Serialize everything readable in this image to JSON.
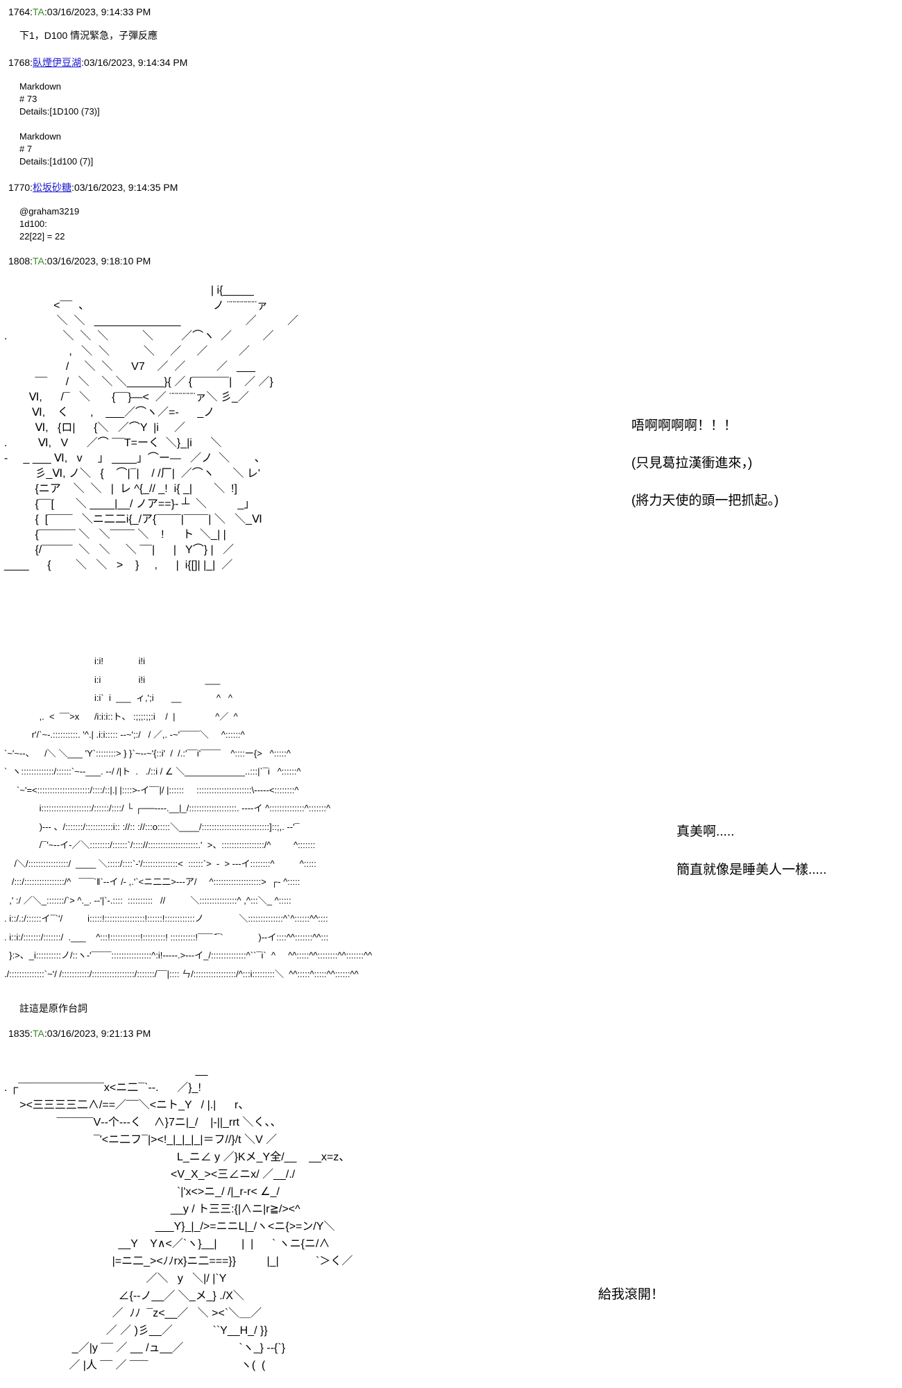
{
  "posts": [
    {
      "num": "1764",
      "author": "TA",
      "date": "03/16/2023, 9:14:33 PM",
      "lines": [
        "下1，D100 情況緊急，子彈反應"
      ]
    },
    {
      "num": "1768",
      "author": "臥煙伊豆湖",
      "date": "03/16/2023, 9:14:34 PM",
      "lines": [
        "Markdown",
        "# 73",
        "Details:[1D100 (73)]",
        "",
        "Markdown",
        "# 7",
        "Details:[1d100 (7)]"
      ]
    },
    {
      "num": "1770",
      "author": "松坂砂糖",
      "date": "03/16/2023, 9:14:35 PM",
      "lines": [
        "@graham3219",
        "1d100:",
        "22[22] = 22"
      ]
    },
    {
      "num": "1808",
      "author": "TA",
      "date": "03/16/2023, 9:18:10 PM",
      "art1": [
        "                                                                   | i{_____",
        "                <¯¯  、                                        ノ ¨¨¨¨¨¨¨¨ァ",
        "                 ＼  ＼   ______________                     ／          ／",
        ".                  ＼  ＼  ＼           ＼         ／⌒ヽ  ／          ／",
        "                     ,   ＼  ＼           ＼     ／     ／          ／",
        "                    /     ＼  ＼      V7    ／  ／          ／   ___",
        "          ¯¯      /   ＼    ＼ ＼______}{ ／ {¯¯¯¯¯¯|    ／ ／}",
        "        Ⅵ,      /¯   ＼       {¯¯}—<  ／ ¨¨¨¨¨¨¨ァ＼ 彡_／",
        "         Ⅵ,    く       ,    ___／⌒ヽ／=-      _ノ",
        "          Ⅵ,   {ロ|      {＼   ／⌒Y  |i     ／",
        ".          Ⅵ,   V      ／⌒ ¯¯T=ーく  ＼}_|i      ＼",
        "-     _ ___ Ⅵ,   v     」 ____」⌒ー—   ／ノ  ＼        、",
        "          彡_Ⅵ, ノ＼   {    ⌒|¯|    / /厂|  ／⌒ヽ      ＼ レ'",
        "          {ニア    ＼  ＼   |  レ ^{_// _!  i{ _|       ＼  !]",
        "          {¯¯[       ＼ ____|__/ ノア==}- ┴  ＼          _」",
        "          {  [¯¯¯¯   ＼ニ二二i{_/ア{¯¯¯¯|¯¯¯¯| ＼   ＼_Ⅵ",
        "          {¯¯¯¯¯¯ ＼   ＼¯¯¯¯ ＼    !      ト  ＼_| |",
        "          {/¯¯¯¯¯  ＼   ＼     ＼ ¯¯|      |   Y⌒} |   ／",
        "____      {        ＼   ＼   >    }     ,      |  i{[]| |_|  ／"
      ],
      "side1": [
        "唔啊啊啊啊！！！",
        "(只見葛拉漢衝進來，)",
        "(將力天使的頭一把抓起。)"
      ],
      "art2": [
        "                                    i:i!              i!i",
        "                                    i:i               i!i                        ___",
        "                                    i:i`  i  ___  ィ,';i       __              ^   ^",
        "              ,.  <  ¯¯>x      /i:i:i::ト、 :;;;:;;:i    /  |                ^／  ^",
        "           r'/`~‐.::::::::::. '^.| .i:i::::: ‐‐~';:/   / ／,. -~'¯¯¯¯＼     ^::::::^",
        "`~'~‐‐、    /＼ ＼___ 'Y`::::::::> } }`~‐‐~'{::i'  /  /.:'¯¯i'¯¯¯¯    ^::::ー{>   ^:::::^",
        "`  ヽ:::::::::::::/::::::`~‐‐___. ‐‐/ /|ト  .   ./::i / ∠ ＼____________..:::|`¯i   ^::::::^",
        "     `~'=<:::::::::::::::::::::/::::/::|.| |::::>‐イ¯¯|/ |::::::     ::::::::::::::::::::::\\‐‐‐‐‐<::::::::^",
        "              i::::::::::::::::::::/::::::/::::/ └ ┌──‐‐‐‐.__|_/:::::::::::::::::::. ‐‐‐‐イ ^::::::::::::::^:::::::^",
        "              )‐‐‐ 、/:::::::/:::::::::::i:: ://:: ://:::o:::::＼____/:::::::::::::::::::::::::::]::;,. ‐‐'¯",
        "              /¯'~‐‐イ‐／＼::::::::/::::::`/:::://::::::::::::::::::::.'  >、:::::::::::::::::/^         ^:::::::",
        "    /＼/::::::::::::::::/  ____ ＼:::::/::::`‐'/::::::::::::::<  ::::::`>  ‐  > ‐‐‐イ::::::::^          ^:::::",
        "   /:::/::::::::::::::::/^   ¯¯¯`‖`‐‐イ /‐ ,.'`<ニ二二>‐‐‐ア/     ^:::::::::::::::::::>  ┌‐ ^:::::",
        "  ,' :/ ／＼_:::::::/`> ^._. ‐‐'|`‐.::::  ::::::::::   //          ＼:::::::::::::::^ ,^:::＼_ ^:::::",
        ". i::/.:/::::::イ¯`'/          i:::::!::::::::::::::::!::::::!::::::::::::ノ              ＼::::::::::::::^`^::::::^^::::",
        ". i::i:/:::::::/:::::::/  .___    ^:::!::::::::::::!:::::::::! ::::::::::!¯¯¯ ̄¯`              )‐‐イ::::^^:::::::^^:::",
        "  }:>、_i::::::::::ノ/::ヽ‐'¯¯¯¯::::::::::::::::^:i!‐‐‐‐‐.>‐‐‐イ_/::::::::::::::^``¯i`  ^     ^^:::::^^::::::::^^:::::::^^",
        "./::::::::::::::`~'/ /:::::::::::/:::::::::::::::::/:::::::/¯¯|:::: ㄣ/:::::::::::::::::/^:::i:::::::::＼  ^^:::::^:::::^^::::::^^"
      ],
      "side2": [
        "真美啊.....",
        "簡直就像是睡美人一樣....."
      ],
      "note": "註這是原作台詞"
    },
    {
      "num": "1835",
      "author": "TA",
      "date": "03/16/2023, 9:21:13 PM",
      "art3": [
        "                                                              __",
        ". ┌¯¯¯¯¯¯¯¯¯¯¯¯¯¯x<ニ二¯`‐‐.      ／}_!",
        "     ><三三三三二∧/==／¯¯＼<ニト_Y   / |.|      r、",
        "                 ¯¯¯¯¯¯V‐‐个‐‐‐く    ∧}7ニ|_/    |‐||_rrt ＼く、、",
        "                             ¯'<ニ二フ¯|><!_|_|_|_|＝フ//}/t ＼V ／",
        "                                                        L_ニ∠ y ／}Kメ_Y全/__    __x=z、",
        "                                                      <V_X_><三∠ニx/ ／__/./",
        "                                                        `|'x<>ニ_/ /|_r‐r< ∠_/",
        "                                                      __y / ト三三:{|∧ニ|r≧/><^",
        "                                                 ___Y}_|_/>=ニニL|_/ヽ<ニ{>=ン/Y＼",
        "                                     __Y    Y∧<／`ヽ}__|        |  |      ` ヽニ{ニ/∧",
        "                                   |=ニ二_><ﾉﾉrx}ニ二===}}          |_|            `＞く／",
        "                                              ／＼   y   ＼|/ |`Y",
        "                                     ∠{‐‐ノ__／ ＼_メ_} ./X＼",
        "                                   ／  ﾉﾉ  ¯z<__／   ＼ ><`＼＿／",
        "                                 ／ ／ )彡__／             ``Y__H_/ }}",
        "                      _／|y ¯¯ ／ __ /ュ__／                  `ヽ_} ‐‐{`}",
        "                     ／ |人 ¯¯ ／ ¯¯¯                              ヽ(  ("
      ],
      "side3": "給我滾開！"
    }
  ]
}
